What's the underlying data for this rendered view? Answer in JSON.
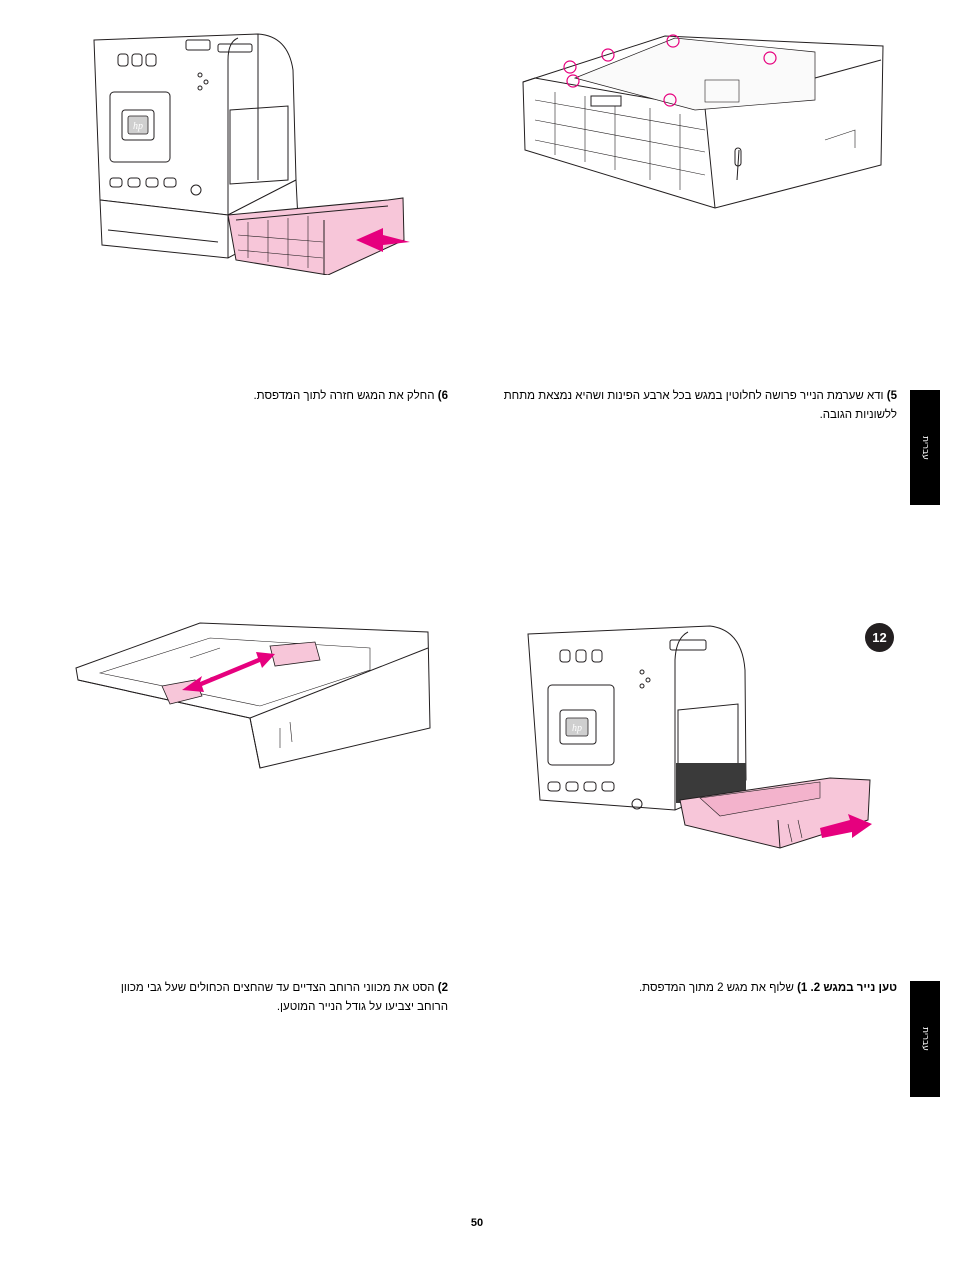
{
  "steps": {
    "step5": {
      "number": "5)",
      "text": "ודא שערמת הנייר פרושה לחלוטין במגש בכל ארבע הפינות ושהיא נמצאת מתחת ללשוניות הגובה."
    },
    "step6": {
      "number": "6)",
      "text": "החלק את המגש חזרה לתוך המדפסת."
    },
    "section_title": "טען נייר במגש 2.",
    "step1": {
      "number": "1)",
      "text": "שלוף את מגש 2 מתוך המדפסת."
    },
    "step2": {
      "number": "2)",
      "text": "הסט את מכווני הרוחב הצדיים עד שהחצים הכחולים שעל גבי מכוון הרוחב יצביעו על גודל הנייר המוטען."
    }
  },
  "step_badge": "12",
  "side_tab_label": "עברית",
  "page_number": "50",
  "logo_text": "hp",
  "colors": {
    "highlight": "#f7c6d9",
    "arrow": "#e6007e",
    "line": "#231f20",
    "tab": "#000000"
  }
}
